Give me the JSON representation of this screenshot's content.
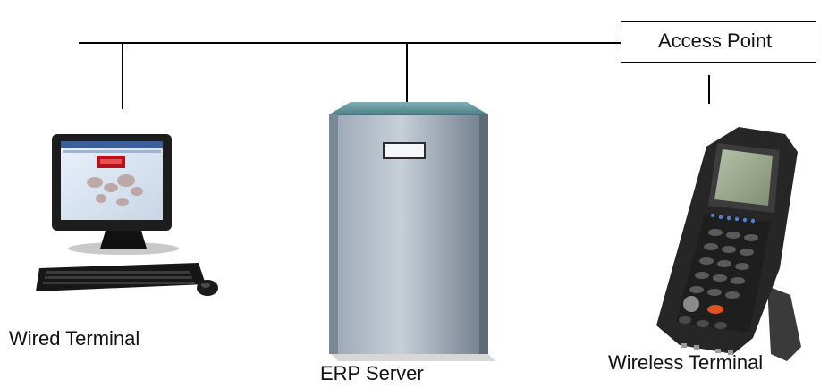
{
  "nodes": {
    "access_point": "Access Point",
    "wired_terminal": "Wired Terminal",
    "erp_server": "ERP Server",
    "wireless_terminal": "Wireless Terminal"
  },
  "icons": {
    "wired_terminal": "desktop-computer-icon",
    "erp_server": "server-tower-icon",
    "wireless_terminal": "handheld-scanner-icon"
  },
  "colors": {
    "line": "#000000",
    "server_body": "#8c98a6",
    "server_top": "#5f8f97",
    "scanner_body": "#2a2a2a",
    "scanner_screen": "#9aa890"
  }
}
